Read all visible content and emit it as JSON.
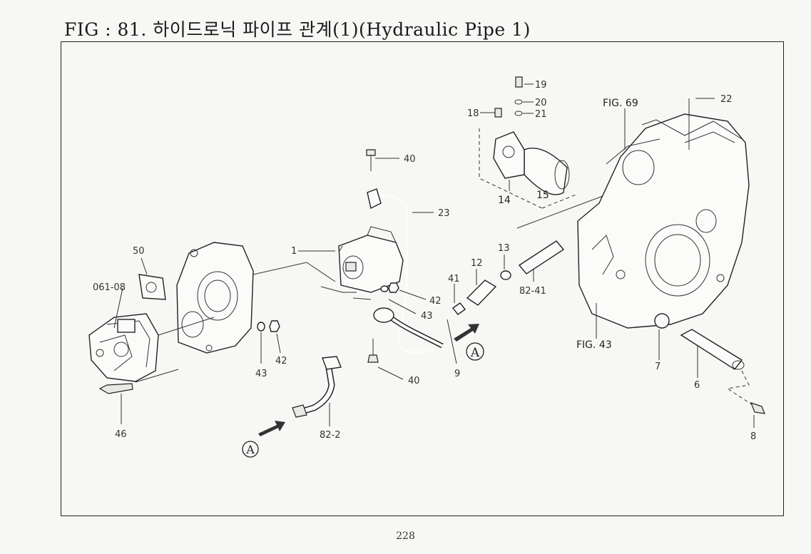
{
  "title": "FIG : 81. 하이드로닉 파이프 관계(1)(Hydraulic Pipe 1)",
  "page_number": "228",
  "labels": {
    "l19": "19",
    "l20": "20",
    "l21": "21",
    "l18": "18",
    "l22": "22",
    "fig69": "FIG. 69",
    "l40a": "40",
    "l23": "23",
    "l14": "14",
    "l15": "15",
    "l1": "1",
    "l50": "50",
    "l06108": "061-08",
    "l13": "13",
    "l12": "12",
    "l41": "41",
    "l8241": "82-41",
    "l42a": "42",
    "l43a": "43",
    "l9": "9",
    "l40b": "40",
    "l43b": "43",
    "l42b": "42",
    "fig43": "FIG. 43",
    "l7": "7",
    "l6": "6",
    "l46": "46",
    "l822": "82-2",
    "l8": "8"
  },
  "callouts": {
    "a1": "A",
    "a2": "A"
  }
}
